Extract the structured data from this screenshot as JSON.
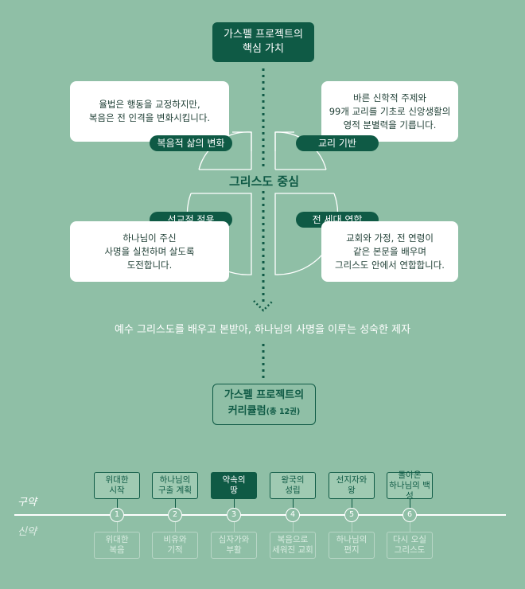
{
  "top_box": {
    "line1": "가스펠 프로젝트의",
    "line2": "핵심 가치"
  },
  "center": "그리스도 중심",
  "quadrants": {
    "tl": {
      "pill": "복음적 삶의 변화",
      "text1": "율법은 행동을 교정하지만,",
      "text2": "복음은 전 인격을 변화시킵니다."
    },
    "tr": {
      "pill": "교리 기반",
      "text1": "바른 신학적 주제와",
      "text2": "99개 교리를 기초로 신앙생활의",
      "text3": "영적 분별력을 기릅니다."
    },
    "bl": {
      "pill": "선교적 적용",
      "text1": "하나님이 주신",
      "text2": "사명을 실천하며 살도록",
      "text3": "도전합니다."
    },
    "br": {
      "pill": "전 세대 연합",
      "text1": "교회와 가정, 전 연령이",
      "text2": "같은 본문을 배우며",
      "text3": "그리스도 안에서 연합합니다."
    }
  },
  "tagline": "예수 그리스도를 배우고 본받아, 하나님의 사명을 이루는 성숙한 제자",
  "curriculum": {
    "line1": "가스펠 프로젝트의",
    "line2_main": "커리큘럼",
    "line2_small": "(총 12권)"
  },
  "timeline": {
    "ot_label": "구약",
    "nt_label": "신약",
    "items": [
      {
        "num": "1",
        "ot1": "위대한",
        "ot2": "시작",
        "nt1": "위대한",
        "nt2": "복음"
      },
      {
        "num": "2",
        "ot1": "하나님의",
        "ot2": "구출 계획",
        "nt1": "비유와",
        "nt2": "기적"
      },
      {
        "num": "3",
        "ot1": "약속의",
        "ot2": "땅",
        "nt1": "십자가와",
        "nt2": "부활"
      },
      {
        "num": "4",
        "ot1": "왕국의",
        "ot2": "성립",
        "nt1": "복음으로",
        "nt2": "세워진 교회"
      },
      {
        "num": "5",
        "ot1": "선지자와",
        "ot2": "왕",
        "nt1": "하나님의",
        "nt2": "편지"
      },
      {
        "num": "6",
        "ot1": "돌아온",
        "ot2": "하나님의 백성",
        "nt1": "다시 오실",
        "nt2": "그리스도"
      }
    ],
    "active_index": 2
  },
  "colors": {
    "background": "#8fbfa6",
    "primary": "#0f5a45",
    "card": "#ffffff"
  }
}
